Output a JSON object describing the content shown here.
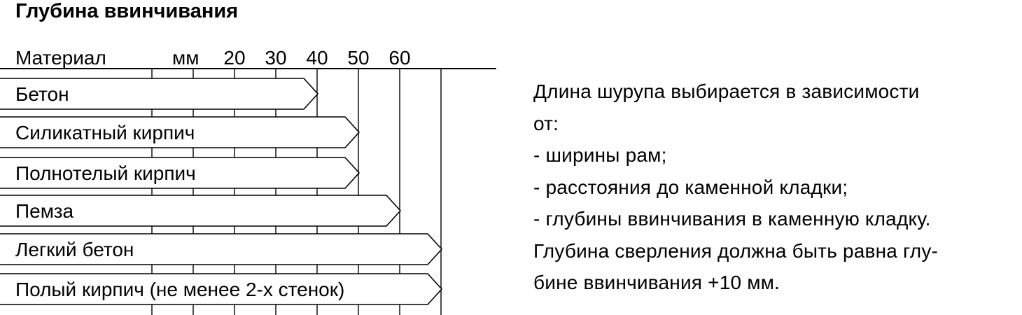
{
  "title": "Глубина ввинчивания",
  "table": {
    "header_label": "Материал",
    "unit": "мм",
    "scale": [
      20,
      30,
      40,
      50,
      60
    ]
  },
  "chart_data": {
    "type": "bar",
    "title": "Глубина ввинчивания",
    "xlabel": "мм",
    "categories": [
      "Бетон",
      "Силикатный кирпич",
      "Полнотелый кирпич",
      "Пемза",
      "Легкий бетон",
      "Полый кирпич (не менее 2-х стенок)"
    ],
    "values": [
      40,
      50,
      50,
      60,
      70,
      70
    ],
    "xticks": [
      20,
      30,
      40,
      50,
      60
    ]
  },
  "description": {
    "lines": [
      "Длина шурупа выбирается в зависимости",
      "от:",
      "-  ширины рам;",
      "-  расстояния до каменной кладки;",
      "-  глубины ввинчивания в каменную кладку.",
      "Глубина сверления должна быть равна глу-",
      "бине ввинчивания +10 мм."
    ]
  }
}
